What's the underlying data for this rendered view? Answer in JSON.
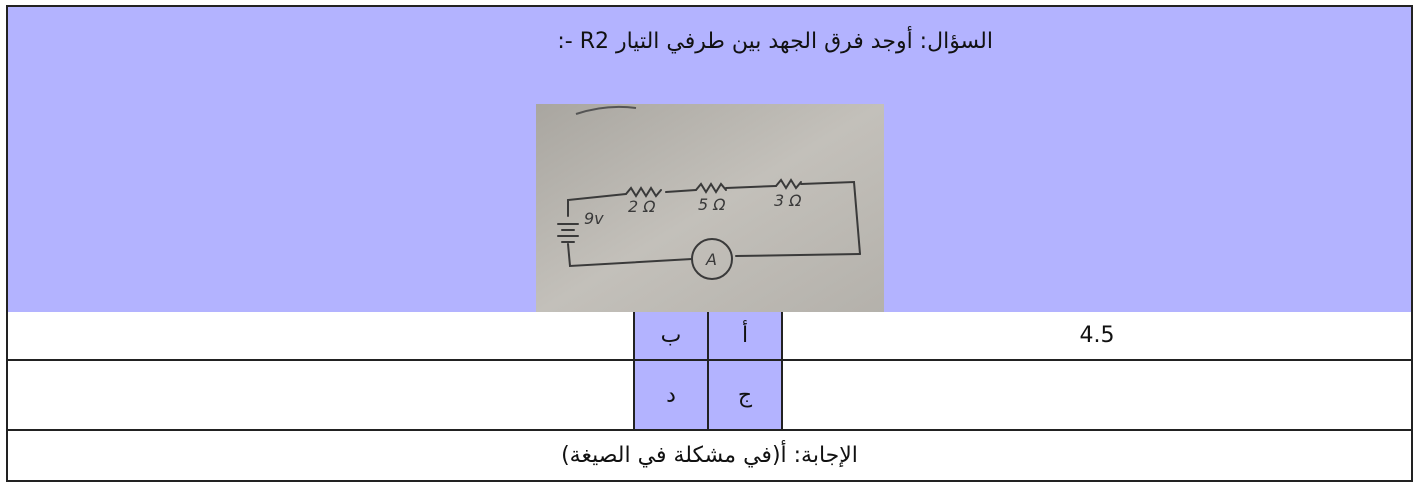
{
  "question": {
    "text": "السؤال: أوجد فرق الجهد بين طرفي التيار R2 -:"
  },
  "circuit_image": {
    "labels": [
      "9v",
      "2 Ω",
      "5 Ω",
      "3 Ω",
      "A"
    ]
  },
  "options": {
    "row1": {
      "letter_a": "أ",
      "letter_b": "ب",
      "value_a": "4.5",
      "value_b": ""
    },
    "row2": {
      "letter_c": "ج",
      "letter_d": "د",
      "value_c": "",
      "value_d": ""
    }
  },
  "answer": {
    "text": "الإجابة: أ(في مشكلة في الصيغة)"
  },
  "colors": {
    "header_bg": "#b3b3ff",
    "border": "#222222"
  }
}
